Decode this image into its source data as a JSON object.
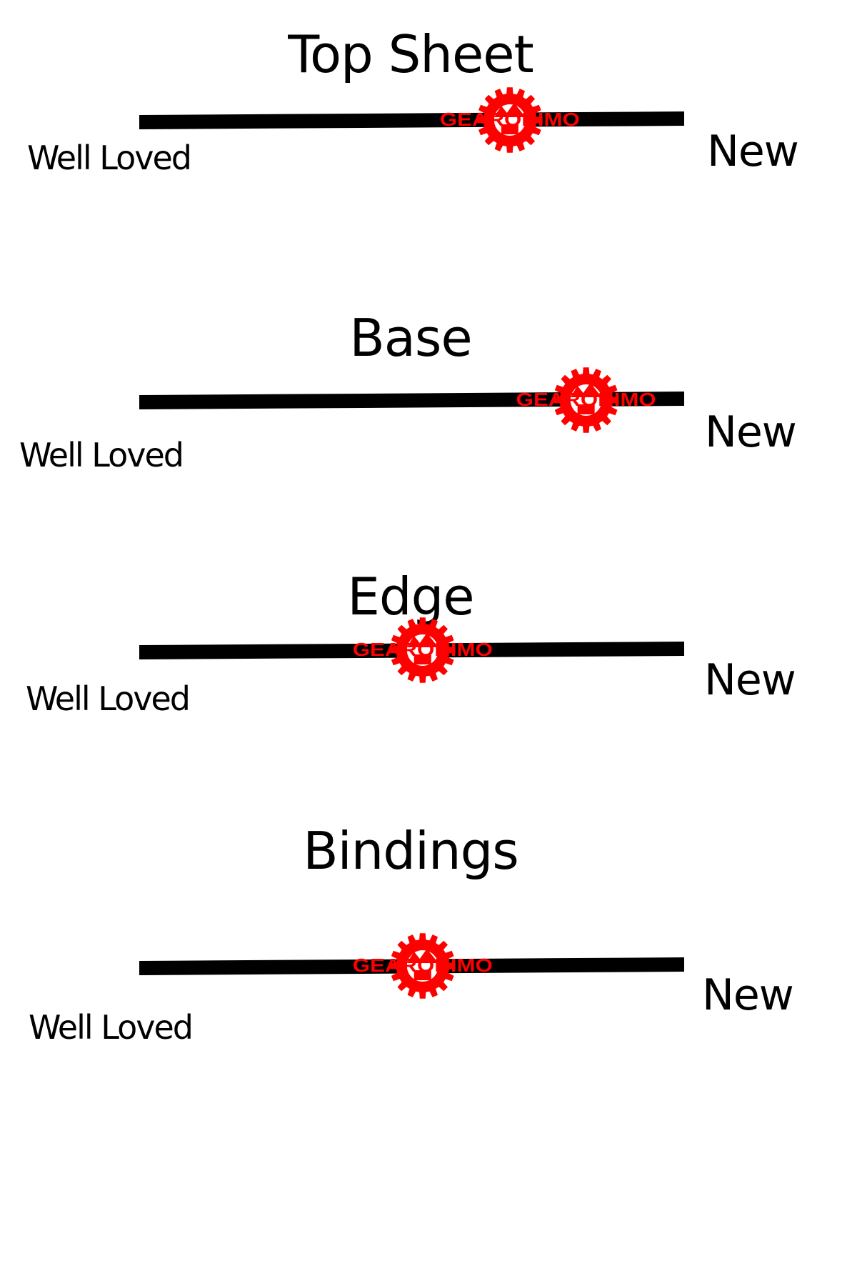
{
  "brand": {
    "name": "GEARONIMO",
    "color": "#ff0000"
  },
  "colors": {
    "background": "#ffffff",
    "line": "#000000",
    "text": "#000000"
  },
  "scales": [
    {
      "title": "Top Sheet",
      "low_label": "Well Loved",
      "high_label": "New",
      "rating": 0.68
    },
    {
      "title": "Base",
      "low_label": "Well Loved",
      "high_label": "New",
      "rating": 0.82
    },
    {
      "title": "Edge",
      "low_label": "Well Loved",
      "high_label": "New",
      "rating": 0.52
    },
    {
      "title": "Bindings",
      "low_label": "Well Loved",
      "high_label": "New",
      "rating": 0.52
    }
  ]
}
